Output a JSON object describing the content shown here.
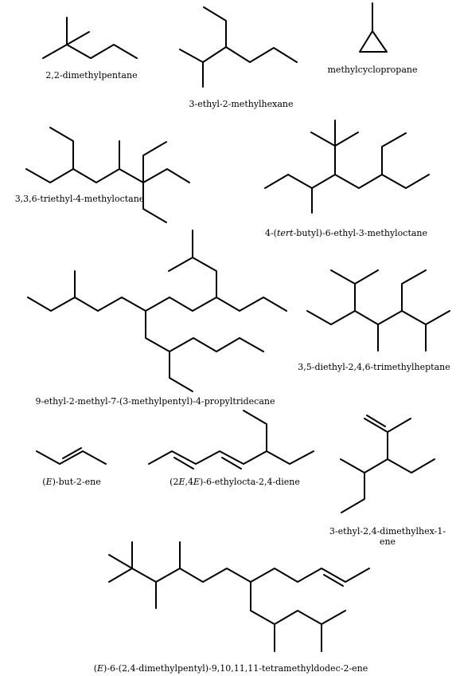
{
  "compounds": [
    {
      "id": "c1",
      "name": "2,2-dimethylpentane"
    },
    {
      "id": "c2",
      "name": "3-ethyl-2-methylhexane"
    },
    {
      "id": "c3",
      "name": "methylcyclopropane"
    },
    {
      "id": "c4",
      "name": "3,3,6-triethyl-4-methyloctane"
    },
    {
      "id": "c5",
      "name": "4-(tert-butyl)-6-ethyl-3-methyloctane"
    },
    {
      "id": "c6",
      "name": "9-ethyl-2-methyl-7-(3-methylpentyl)-4-propyltridecane"
    },
    {
      "id": "c7",
      "name": "3,5-diethyl-2,4,6-trimethylheptane"
    },
    {
      "id": "c8",
      "name": "(E)-but-2-ene"
    },
    {
      "id": "c9",
      "name": "(2E,4E)-6-ethylocta-2,4-diene"
    },
    {
      "id": "c10",
      "name": "3-ethyl-2,4-dimethylhex-1-ene"
    },
    {
      "id": "c11",
      "name": "(E)-6-(2,4-dimethylpentyl)-9,10,11,11-tetramethyldodec-2-ene"
    }
  ]
}
